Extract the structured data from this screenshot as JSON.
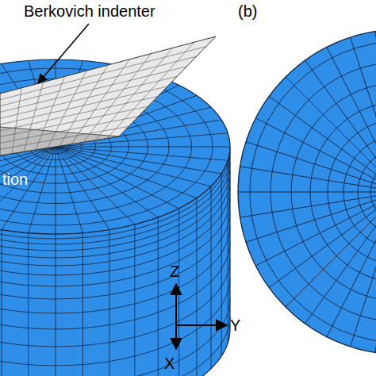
{
  "diagram": {
    "labels": [
      "Berkovich indenter",
      "(b)",
      "tion",
      "Z",
      "Y",
      "X"
    ]
  }
}
